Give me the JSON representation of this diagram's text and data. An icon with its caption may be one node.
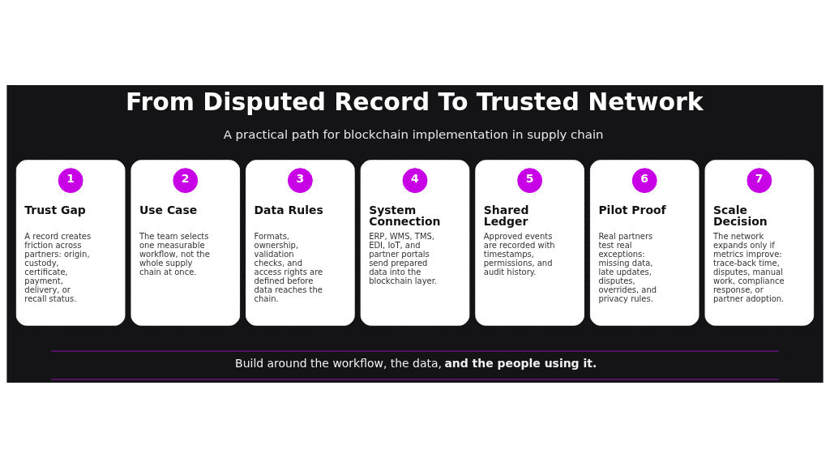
{
  "diagram": {
    "title": "From Disputed Record To Trusted Network",
    "nodes": [
      {
        "text": [
          "Trust Gap",
          "A record creates friction across partners: origin, custody, certificate, payment, delivery, or recall status."
        ]
      },
      {
        "text": [
          "1"
        ],
        "in": 0
      },
      {
        "text": [
          "Use Case",
          "The team selects one measurable workflow, not the whole supply chain at once."
        ]
      },
      {
        "text": [
          "2"
        ],
        "in": 2
      },
      {
        "text": [
          "Data Rules",
          "Formats, ownership, validation checks, and access rights are defined before data reaches the chain."
        ]
      },
      {
        "text": [
          "3"
        ],
        "in": 4
      },
      {
        "text": [
          "System Connection",
          "ERP, WMS, TMS, EDI, IoT, and partner portals send prepared data into the blockchain layer."
        ]
      },
      {
        "text": [
          "4"
        ],
        "in": 6
      },
      {
        "text": [
          "Shared Ledger",
          "Approved events are recorded with timestamps, permissions, and audit history."
        ]
      },
      {
        "text": [
          "5"
        ],
        "in": 8
      },
      {
        "text": [
          "Pilot Proof",
          "Real partners test real exceptions: missing data, late updates, disputes, overrides, and privacy rules."
        ]
      },
      {
        "text": [
          "6"
        ],
        "in": 10
      },
      {
        "text": [
          "Scale Decision",
          "The network expands only if metrics improve: trace-back time, disputes, manual work, compliance response, or partner adoption."
        ]
      },
      {
        "text": [
          "7"
        ],
        "in": 12
      }
    ],
    "labels": [
      "A practical path for blockchain implementation in supply chain",
      "Build around the workflow, the data, **and the people using it.**"
    ]
  }
}
